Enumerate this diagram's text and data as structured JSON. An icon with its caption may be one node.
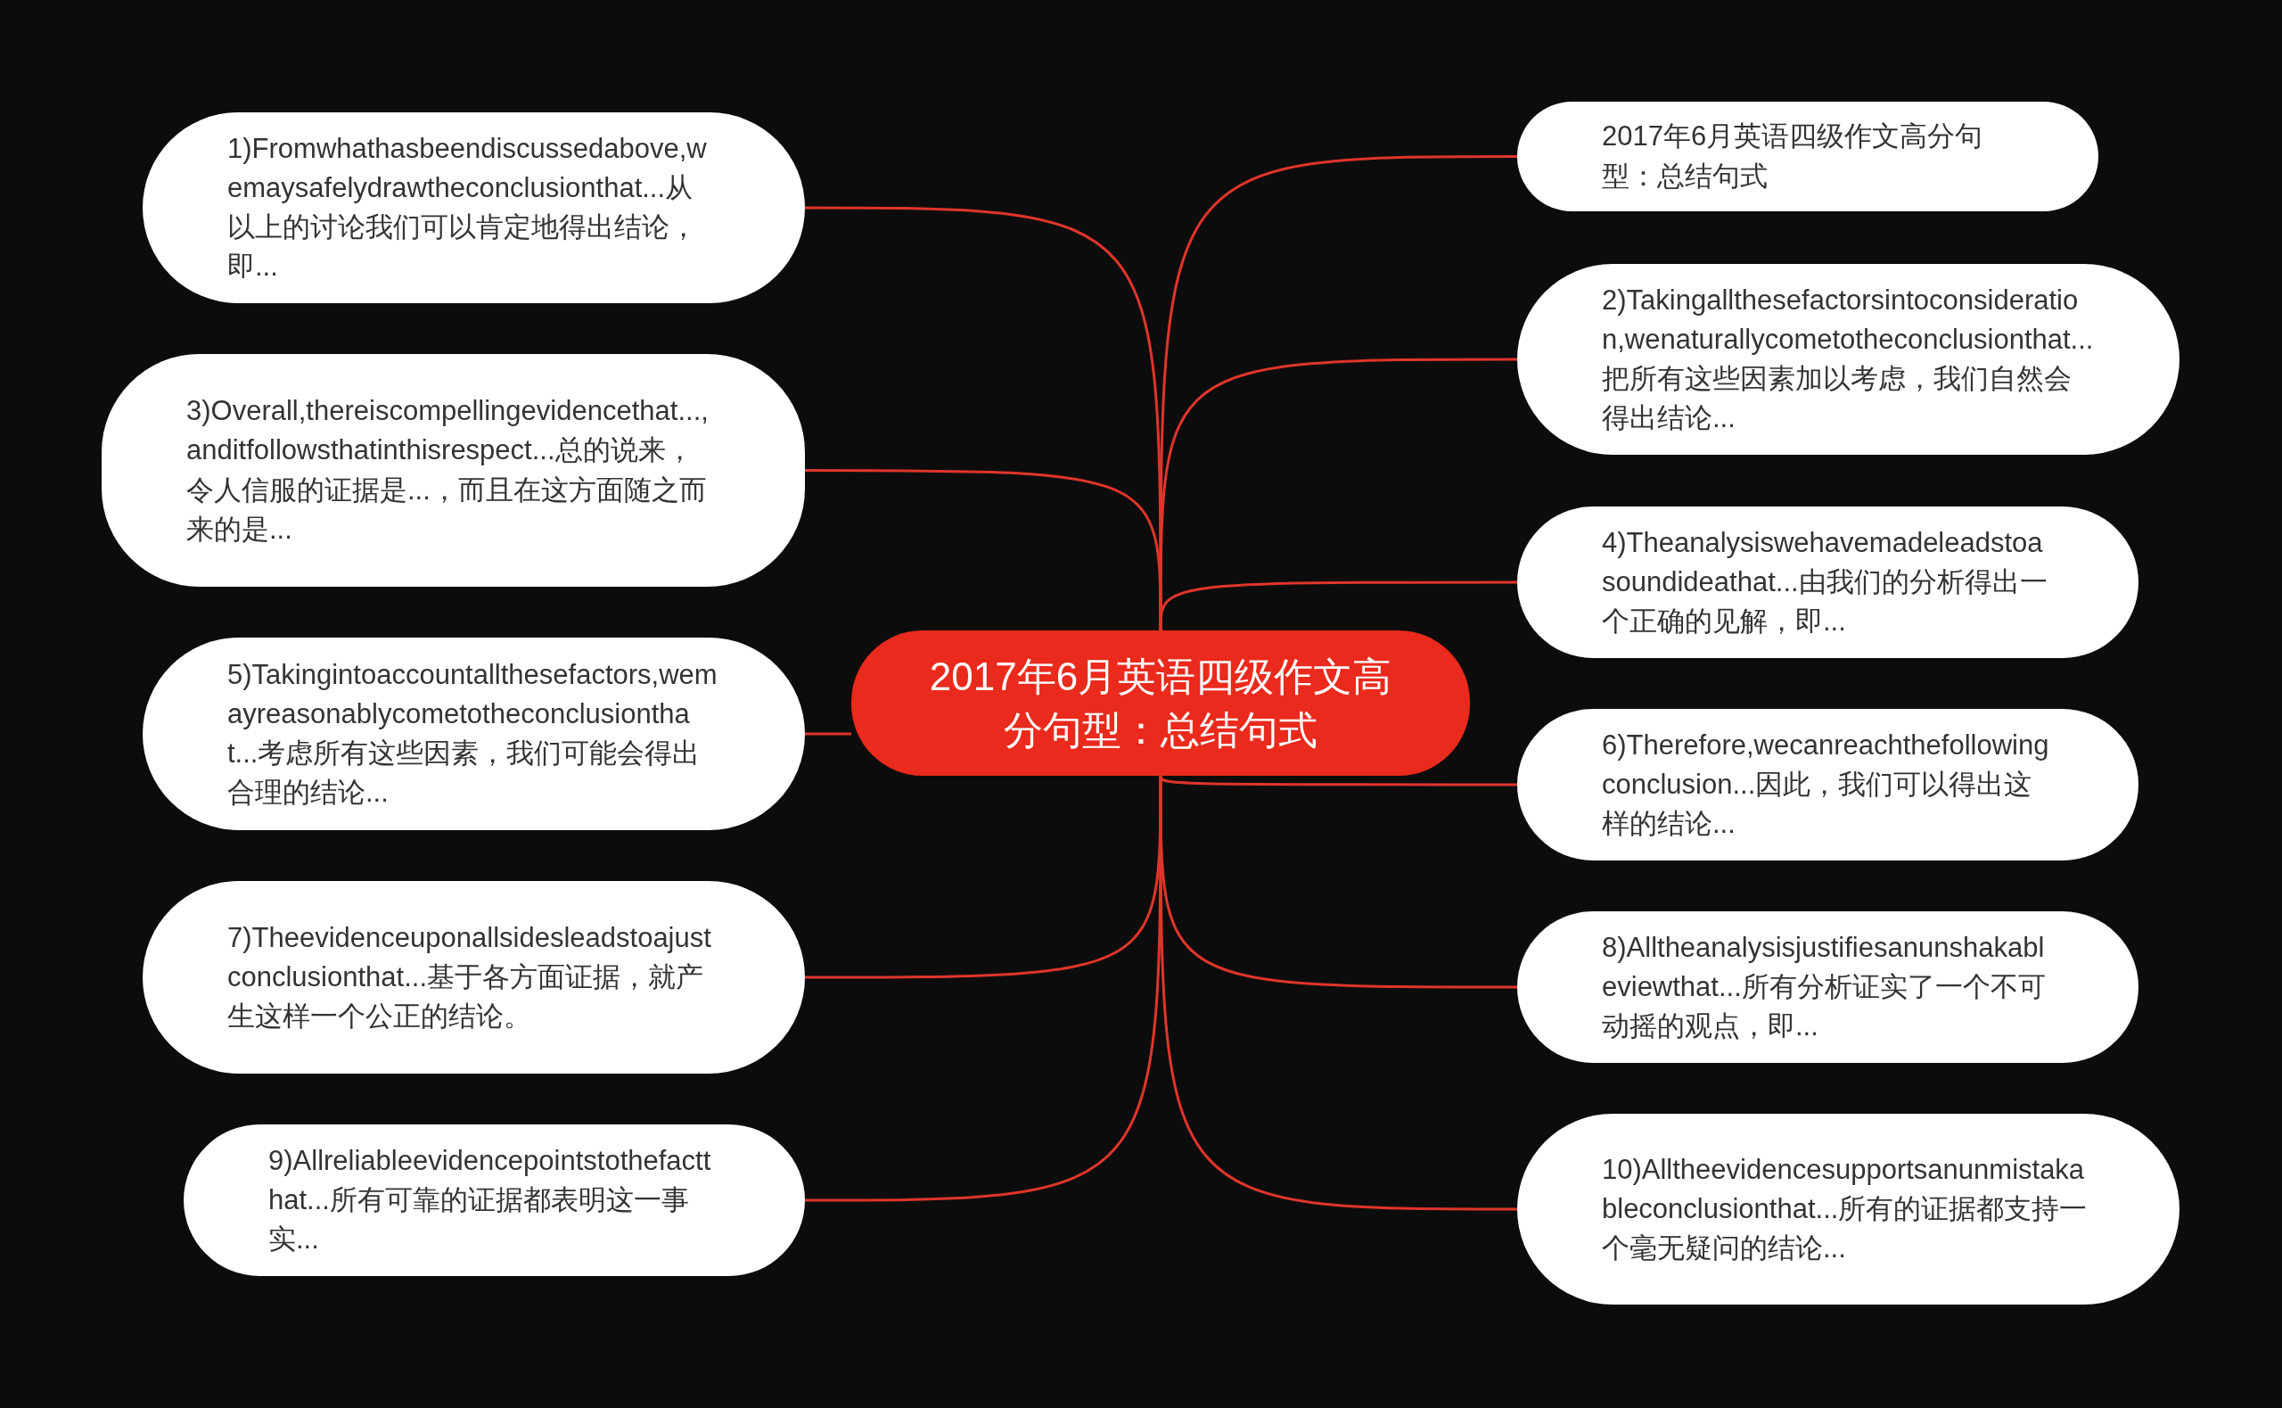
{
  "diagram": {
    "nodes": [
      {
        "text": [
          "2017年6月英语四级作文高分句型：总结句式"
        ]
      },
      {
        "text": [
          "2017年6月英语四级作文高分句型：总结句式"
        ]
      },
      {
        "text": [
          "1)Fromwhathasbeendiscussedabove,wemaysafelydrawtheconclusionthat...从以上的讨论我们可以肯定地得出结论，即..."
        ]
      },
      {
        "text": [
          "2)Takingallthesefactorsintoconsideration,wenaturallycometotheconclusionthat...把所有这些因素加以考虑，我们自然会得出结论..."
        ]
      },
      {
        "text": [
          "3)Overall,thereiscompellingevidencethat...,anditfollowsthatinthisrespect...总的说来，令人信服的证据是...，而且在这方面随之而来的是..."
        ]
      },
      {
        "text": [
          "4)Theanalysiswehavemadeleadstoasoundideathat...由我们的分析得出一个正确的见解，即..."
        ]
      },
      {
        "text": [
          "5)Takingintoaccountallthesefactors,wemayreasonablycometotheconclusionthat...考虑所有这些因素，我们可能会得出合理的结论..."
        ]
      },
      {
        "text": [
          "6)Therefore,wecanreachthefollowingconclusion...因此，我们可以得出这样的结论..."
        ]
      },
      {
        "text": [
          "7)Theevidenceuponallsidesleadstoajustconclusionthat...基于各方面证据，就产生这样一个公正的结论。"
        ]
      },
      {
        "text": [
          "8)Alltheanalysisjustifiesanunshakableviewthat...所有分析证实了一个不可动摇的观点，即..."
        ]
      },
      {
        "text": [
          "9)Allreliableevidencepointstothefactthat...所有可靠的证据都表明这一事实..."
        ]
      },
      {
        "text": [
          "10)Alltheevidencesupportsanunmistakableconclusionthat...所有的证据都支持一个毫无疑问的结论..."
        ]
      }
    ],
    "edges": [
      {
        "from": 0,
        "to": 1,
        "arrow": "none"
      },
      {
        "from": 0,
        "to": 2,
        "arrow": "none"
      },
      {
        "from": 0,
        "to": 3,
        "arrow": "none"
      },
      {
        "from": 0,
        "to": 4,
        "arrow": "none"
      },
      {
        "from": 0,
        "to": 5,
        "arrow": "none"
      },
      {
        "from": 0,
        "to": 6,
        "arrow": "none"
      },
      {
        "from": 0,
        "to": 7,
        "arrow": "none"
      },
      {
        "from": 0,
        "to": 8,
        "arrow": "none"
      },
      {
        "from": 0,
        "to": 9,
        "arrow": "none"
      },
      {
        "from": 0,
        "to": 10,
        "arrow": "none"
      },
      {
        "from": 0,
        "to": 11,
        "arrow": "none"
      }
    ]
  }
}
